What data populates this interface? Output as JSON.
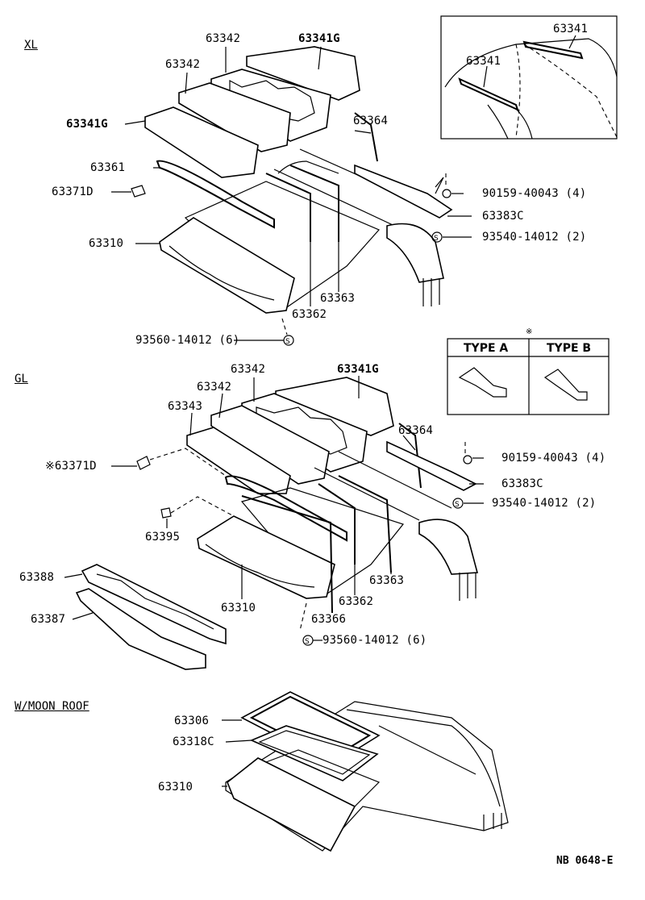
{
  "sections": {
    "xl": "XL",
    "gl": "GL",
    "moon_roof": "W/MOON ROOF"
  },
  "xl": {
    "inset_labels": [
      "63341",
      "63341"
    ],
    "labels": {
      "p63342_a": "63342",
      "p63341g_a": "63341G",
      "p63342_b": "63342",
      "p63341g_b": "63341G",
      "p63364": "63364",
      "p63361": "63361",
      "p63371d": "63371D",
      "p90159": "90159-40043 (4)",
      "p63383c": "63383C",
      "p93540": "93540-14012 (2)",
      "p63310": "63310",
      "p63363": "63363",
      "p63362": "63362",
      "p93560": "93560-14012 (6)"
    }
  },
  "type_table": {
    "note_mark": "※",
    "type_a": "TYPE A",
    "type_b": "TYPE B"
  },
  "gl": {
    "labels": {
      "p63342_a": "63342",
      "p63341g": "63341G",
      "p63342_b": "63342",
      "p63343": "63343",
      "p63364": "63364",
      "p63371d": "※63371D",
      "p90159": "90159-40043 (4)",
      "p63383c": "63383C",
      "p93540": "93540-14012 (2)",
      "p63395": "63395",
      "p63388": "63388",
      "p63387": "63387",
      "p63310": "63310",
      "p63363": "63363",
      "p63362": "63362",
      "p63366": "63366",
      "p93560": "93560-14012 (6)"
    }
  },
  "moon": {
    "labels": {
      "p63306": "63306",
      "p63318c": "63318C",
      "p63310": "63310"
    }
  },
  "footer": {
    "code": "NB 0648-E"
  }
}
